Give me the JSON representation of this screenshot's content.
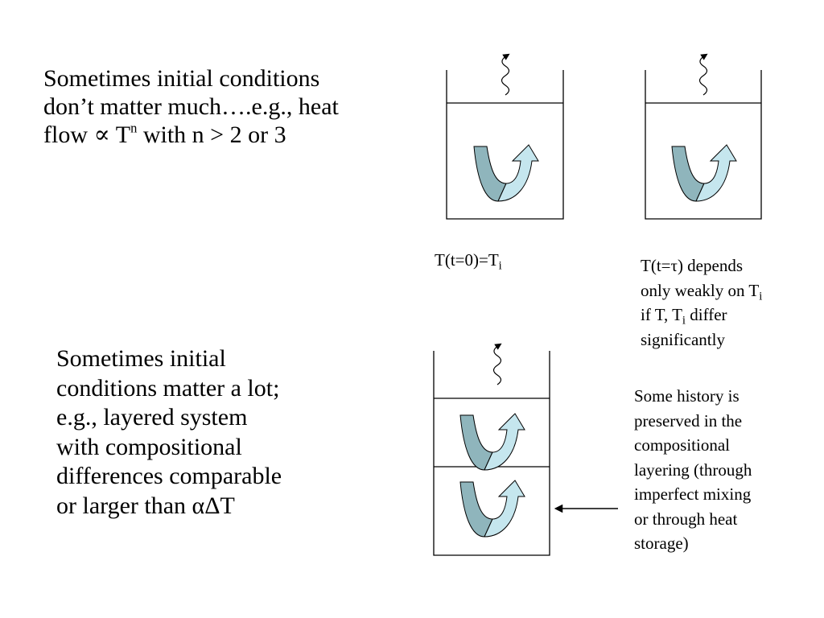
{
  "colors": {
    "arrow_dark": "#8fb5bc",
    "arrow_light": "#c5e6ee",
    "arrow_stroke": "#000000",
    "line": "#000000",
    "background": "#ffffff"
  },
  "top_text": {
    "line1": "Sometimes initial conditions",
    "line2": "don’t matter much….e.g., heat",
    "line3_pre": "flow ∝ T",
    "line3_sup": "n",
    "line3_post": " with n > 2 or 3"
  },
  "bottom_text": {
    "line1": "Sometimes initial",
    "line2": "conditions matter a lot;",
    "line3": "e.g., layered system",
    "line4": "with compositional",
    "line5": "differences comparable",
    "line6": "or larger than αΔT"
  },
  "label_initial": {
    "main": "T(t=0)=T",
    "sub": "i"
  },
  "label_later": {
    "line1": "T(t=τ) depends",
    "line2_main": "only weakly on T",
    "line2_sub": "i",
    "line3_a": "if T, T",
    "line3_sub": "i",
    "line3_b": " differ",
    "line4": "significantly"
  },
  "label_history": {
    "line1": "Some history is",
    "line2": "preserved in the",
    "line3": "compositional",
    "line4": "layering (through",
    "line5": "imperfect mixing",
    "line6": "or through heat",
    "line7": "storage)"
  },
  "icons": {
    "convection": "curved-u-turn-arrow",
    "heat_escape": "wavy-up-arrow",
    "pointer": "left-arrow"
  }
}
